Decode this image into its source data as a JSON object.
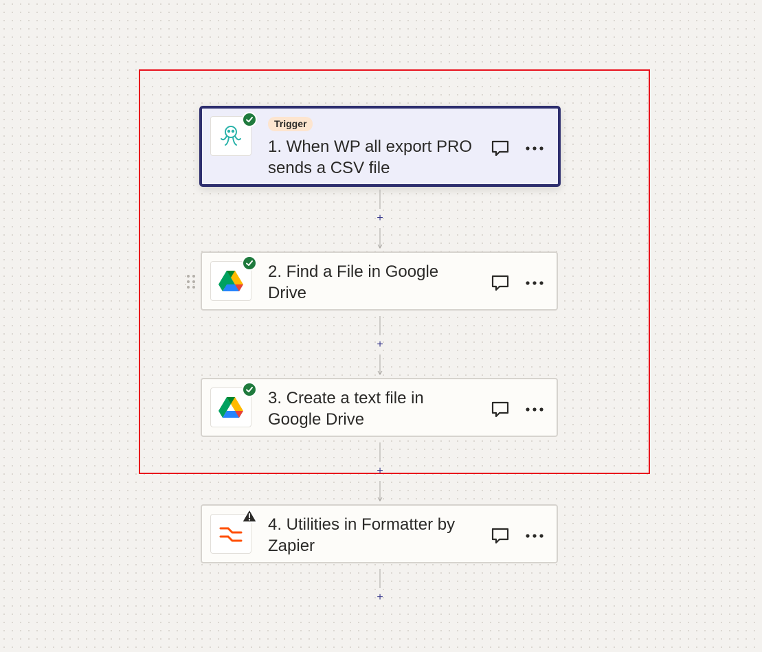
{
  "steps": [
    {
      "badge": "Trigger",
      "title": "1. When WP all export PRO sends a CSV file",
      "status": "success",
      "icon": "wp-all-export-octopus-icon",
      "selected": true
    },
    {
      "title": "2. Find a File in Google Drive",
      "status": "success",
      "icon": "google-drive-icon"
    },
    {
      "title": "3. Create a text file in Google Drive",
      "status": "success",
      "icon": "google-drive-icon"
    },
    {
      "title": "4. Utilities in Formatter by Zapier",
      "status": "warning",
      "icon": "formatter-icon"
    }
  ],
  "connector": {
    "add_label": "+"
  },
  "colors": {
    "selected_border": "#2d2e6e",
    "selected_bg": "#eeeefa",
    "success": "#1f7a3d",
    "highlight": "#e8101c",
    "badge_bg": "#fde5cf"
  }
}
